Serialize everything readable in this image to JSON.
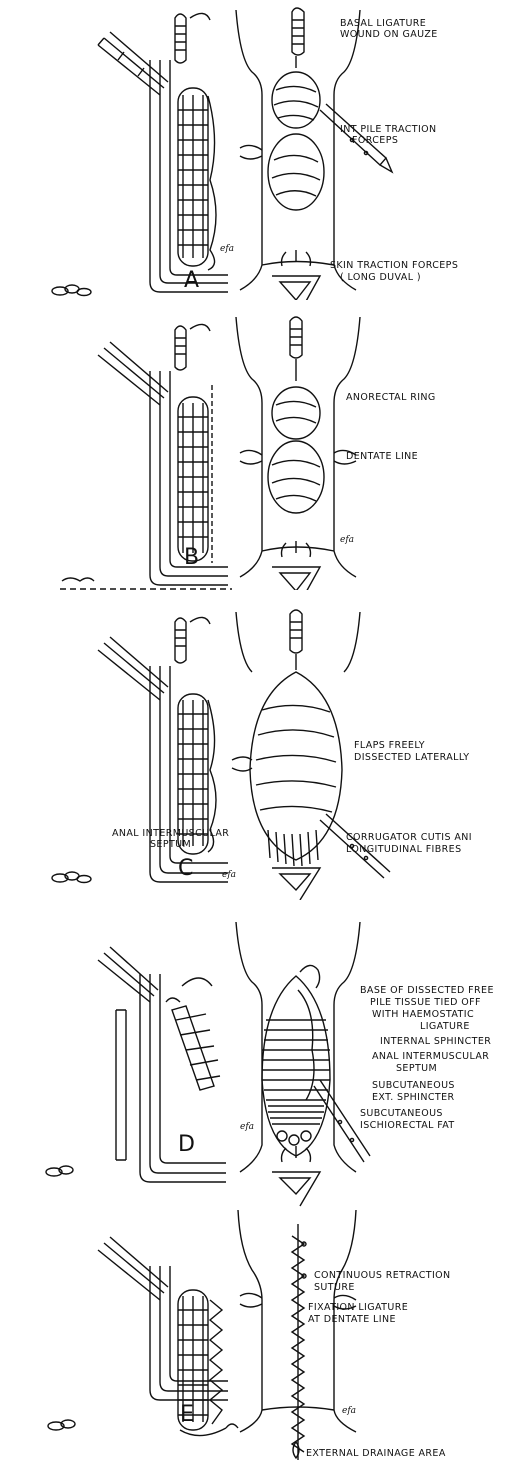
{
  "panels": {
    "a": {
      "letter": "A",
      "signature": "efa",
      "labels": [
        "BASAL LIGATURE",
        "WOUND ON GAUZE",
        "INT PILE TRACTION",
        "FORCEPS",
        "SKIN TRACTION FORCEPS",
        "( LONG DUVAL )"
      ]
    },
    "b": {
      "letter": "B",
      "signature": "efa",
      "labels": [
        "ANORECTAL RING",
        "DENTATE LINE"
      ]
    },
    "c": {
      "letter": "C",
      "signature": "efa",
      "labels": [
        "FLAPS FREELY",
        "DISSECTED LATERALLY",
        "ANAL INTERMUSCULAR",
        "SEPTUM",
        "CORRUGATOR CUTIS ANI",
        "LONGITUDINAL FIBRES"
      ]
    },
    "d": {
      "letter": "D",
      "signature": "efa",
      "labels": [
        "BASE OF DISSECTED FREE",
        "PILE TISSUE TIED OFF",
        "WITH HAEMOSTATIC",
        "LIGATURE",
        "INTERNAL SPHINCTER",
        "ANAL INTERMUSCULAR",
        "SEPTUM",
        "SUBCUTANEOUS",
        "EXT. SPHINCTER",
        "SUBCUTANEOUS",
        "ISCHIORECTAL FAT"
      ]
    },
    "e": {
      "letter": "E",
      "signature": "efa",
      "labels": [
        "CONTINUOUS RETRACTION",
        "SUTURE",
        "FIXATION LIGATURE",
        "AT DENTATE LINE",
        "EXTERNAL DRAINAGE AREA"
      ]
    }
  }
}
